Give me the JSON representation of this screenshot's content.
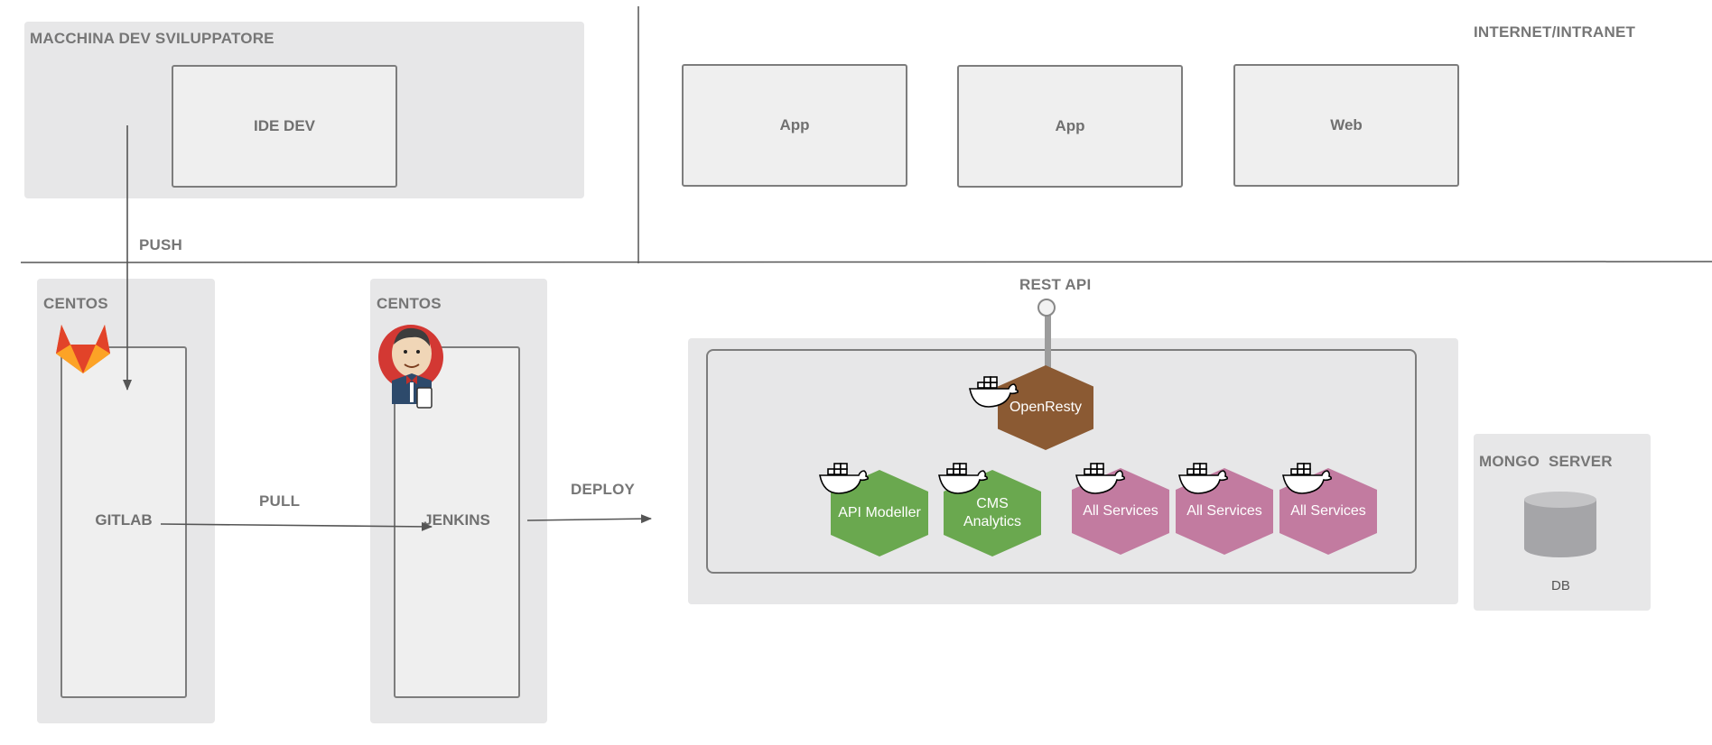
{
  "zones": {
    "dev_machine": "MACCHINA DEV SVILUPPATORE",
    "internet": "INTERNET/INTRANET",
    "centos_gitlab": "CENTOS",
    "centos_jenkins": "CENTOS",
    "mongo": "MONGO  SERVER"
  },
  "boxes": {
    "ide": "IDE DEV",
    "app1": "App",
    "app2": "App",
    "web": "Web",
    "gitlab": "GITLAB",
    "jenkins": "JENKINS"
  },
  "arrows": {
    "push": "PUSH",
    "pull": "PULL",
    "deploy": "DEPLOY"
  },
  "api": {
    "rest": "REST API"
  },
  "containers": {
    "openresty": "OpenResty",
    "api_modeller": "API Modeller",
    "cms_line1": "CMS",
    "cms_line2": "Analytics",
    "all_services_1": "All Services",
    "all_services_2": "All Services",
    "all_services_3": "All Services"
  },
  "db": {
    "label": "DB"
  },
  "colors": {
    "zone": "#e7e7e8",
    "box_border": "#7d7d7d",
    "openresty": "#8b5a33",
    "green": "#6aa84f",
    "pink": "#c27ba0"
  }
}
